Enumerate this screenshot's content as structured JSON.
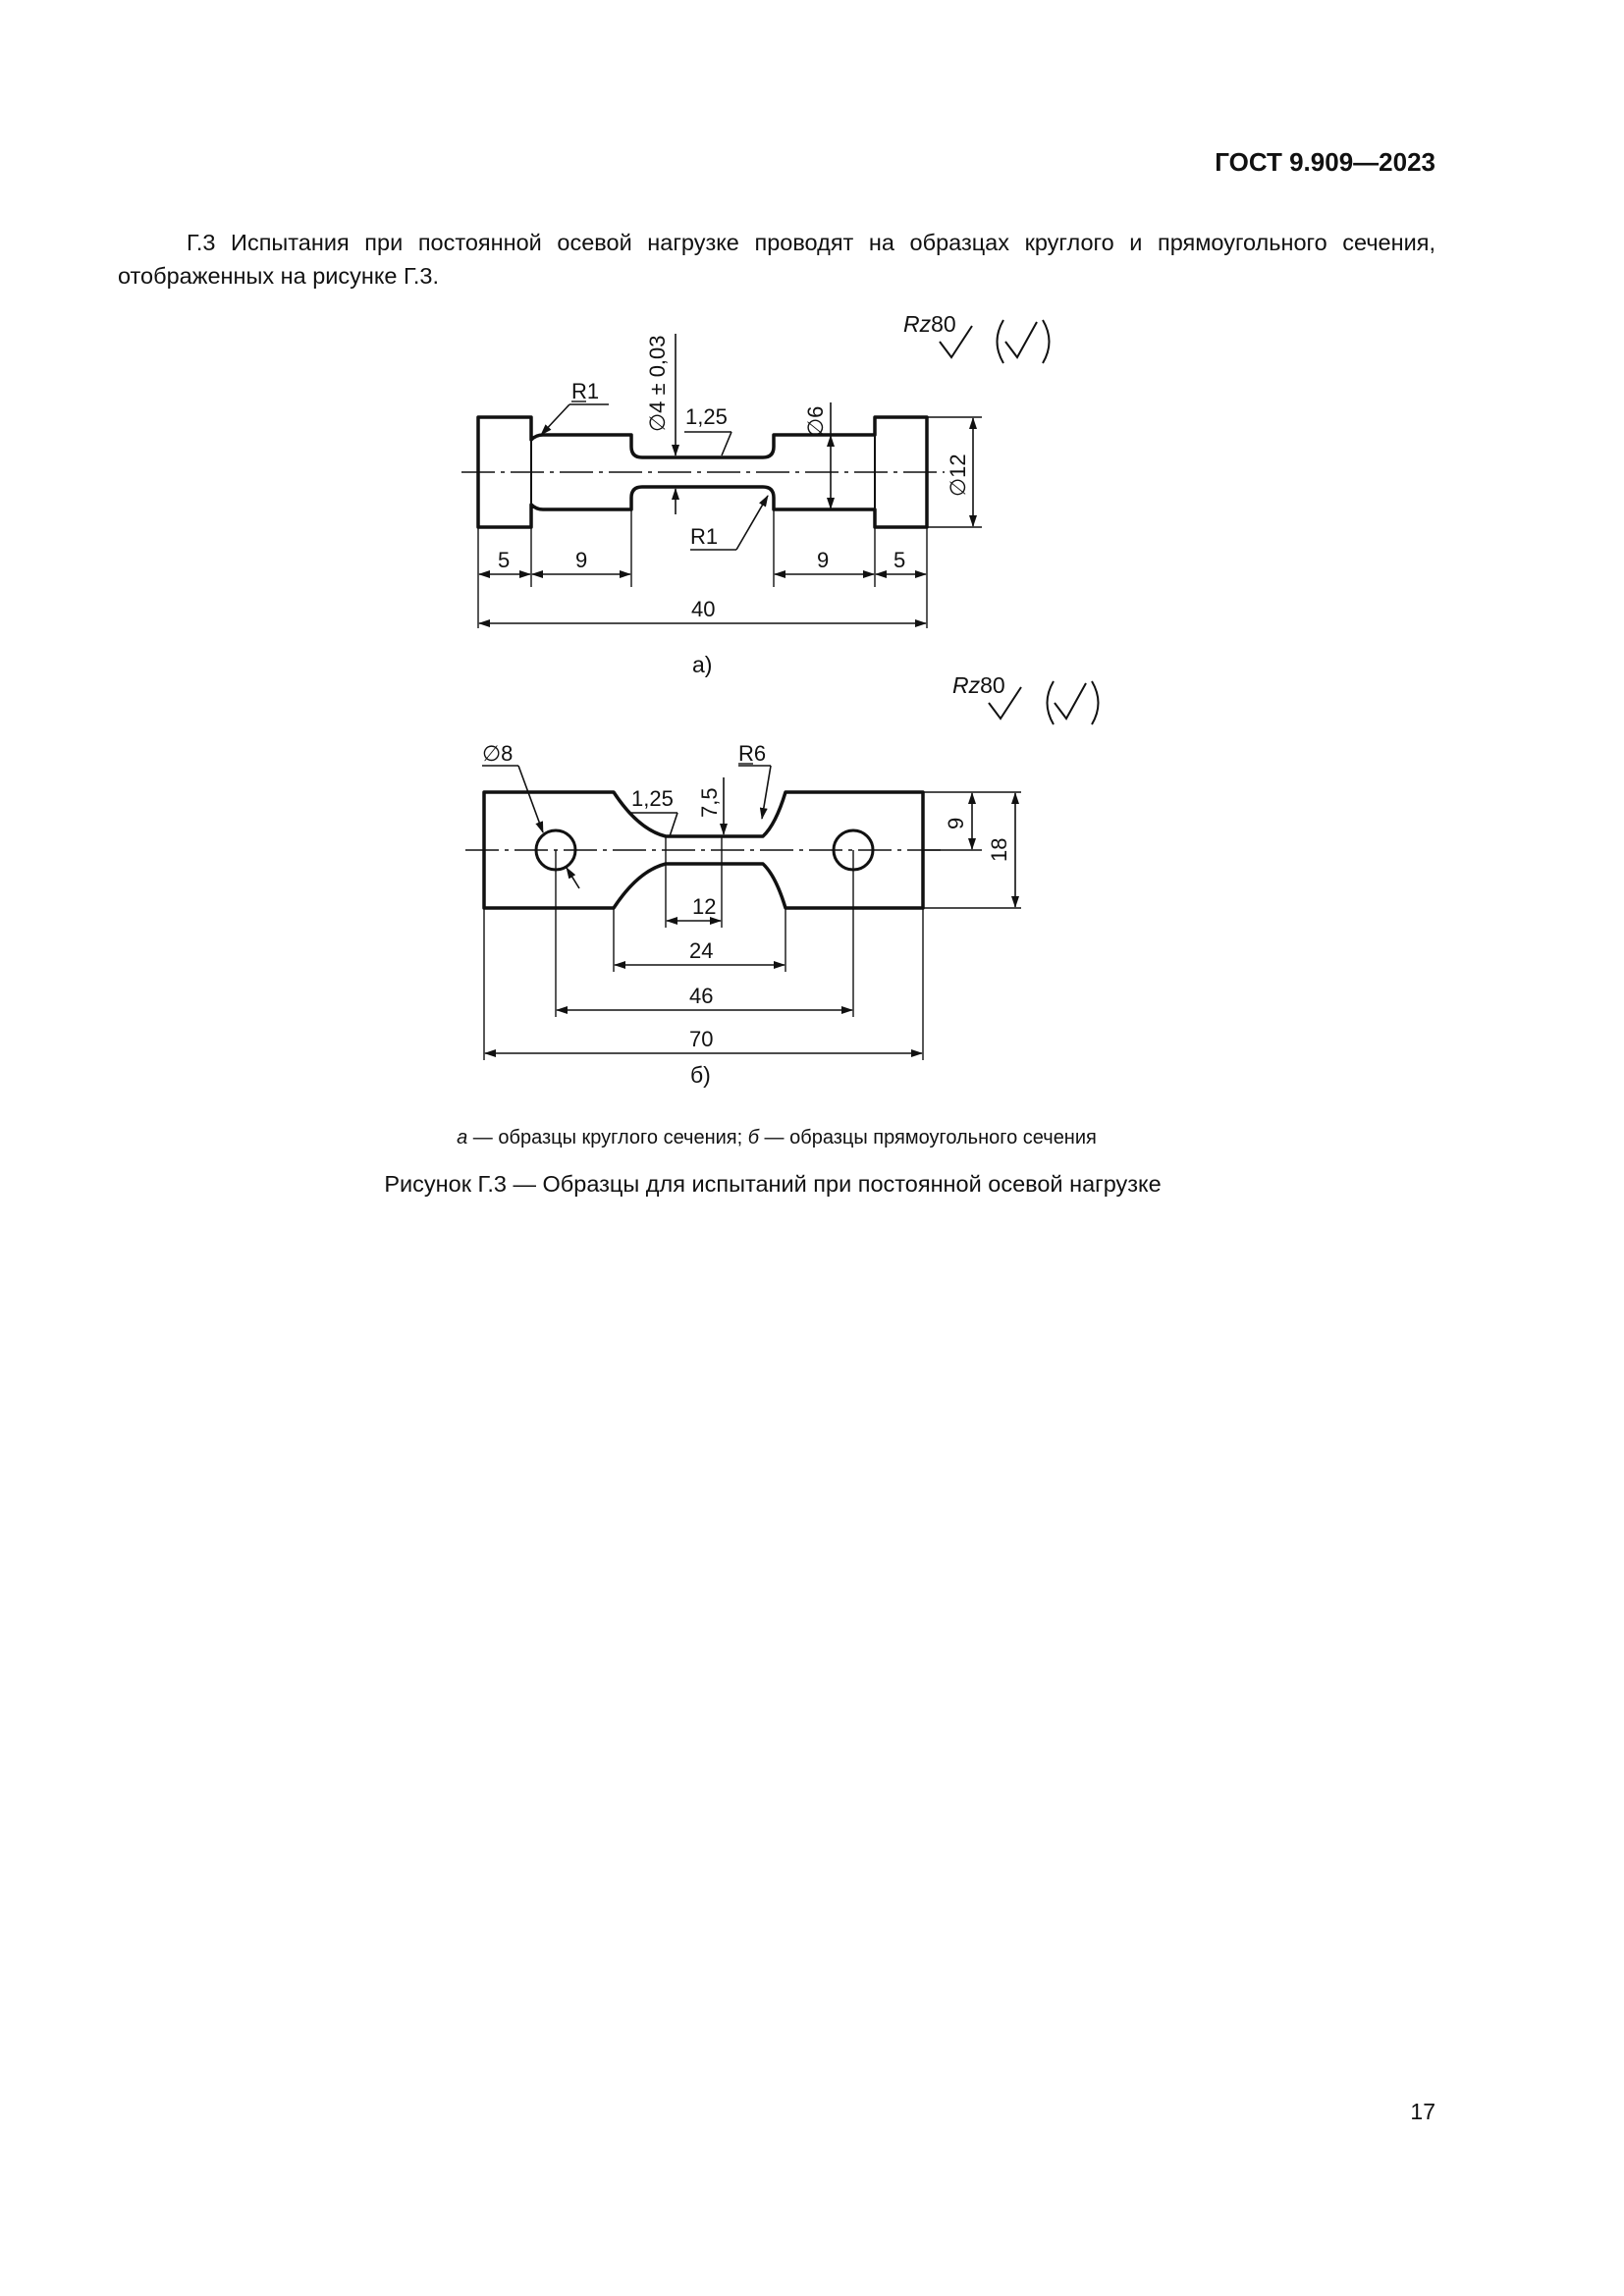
{
  "header": {
    "standard": "ГОСТ 9.909—2023"
  },
  "paragraph": "Г.3 Испытания при постоянной осевой нагрузке проводят на образцах круглого и прямоугольного сечения, отображенных на рисунке Г.3.",
  "figure_a": {
    "roughness": "Rz80",
    "radius_top": "R1",
    "radius_bottom": "R1",
    "dia_neck": "∅4 ± 0,03",
    "roughness_local": "1,25",
    "dia_mid": "∅6",
    "dia_head": "∅12",
    "dim_5_left": "5",
    "dim_9_left": "9",
    "dim_9_right": "9",
    "dim_5_right": "5",
    "dim_total": "40",
    "label": "а)"
  },
  "figure_b": {
    "roughness": "Rz80",
    "hole": "∅8",
    "radius": "R6",
    "roughness_local": "1,25",
    "dim_neck_h": "7,5",
    "dim_half": "9",
    "dim_height": "18",
    "dim_12": "12",
    "dim_24": "24",
    "dim_46": "46",
    "dim_70": "70",
    "label": "б)"
  },
  "caption": {
    "legend_a_letter": "а",
    "legend_a_text": " — образцы круглого сечения; ",
    "legend_b_letter": "б",
    "legend_b_text": " — образцы прямоугольного сечения",
    "title": "Рисунок Г.3 — Образцы для испытаний при постоянной осевой нагрузке"
  },
  "page_number": "17"
}
